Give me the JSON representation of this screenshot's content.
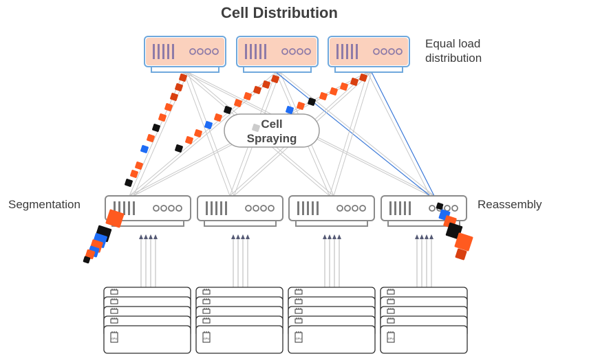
{
  "title": "Cell Distribution",
  "labels": {
    "equal_load_line1": "Equal load",
    "equal_load_line2": "distribution",
    "segmentation": "Segmentation",
    "reassembly": "Reassembly",
    "spraying_line1": "Cell",
    "spraying_line2": "Spraying",
    "gpu": "GPU"
  },
  "colors": {
    "spine_border": "#6fa8dc",
    "spine_fill": "#fbd1bd",
    "leaf_border": "#8a8a8a",
    "port": "#8e7ba8",
    "cell_orange": "#ff5a1f",
    "cell_dark_orange": "#d94010",
    "cell_blue": "#1e6cf5",
    "cell_black": "#111111",
    "link_gray": "#c8c8c8",
    "link_blue": "#3a78d8"
  },
  "spine_switches": [
    {
      "id": "spine-1"
    },
    {
      "id": "spine-2"
    },
    {
      "id": "spine-3"
    }
  ],
  "leaf_switches": [
    {
      "id": "leaf-1"
    },
    {
      "id": "leaf-2"
    },
    {
      "id": "leaf-3"
    },
    {
      "id": "leaf-4"
    }
  ],
  "gpu_servers_per_rack": 5
}
